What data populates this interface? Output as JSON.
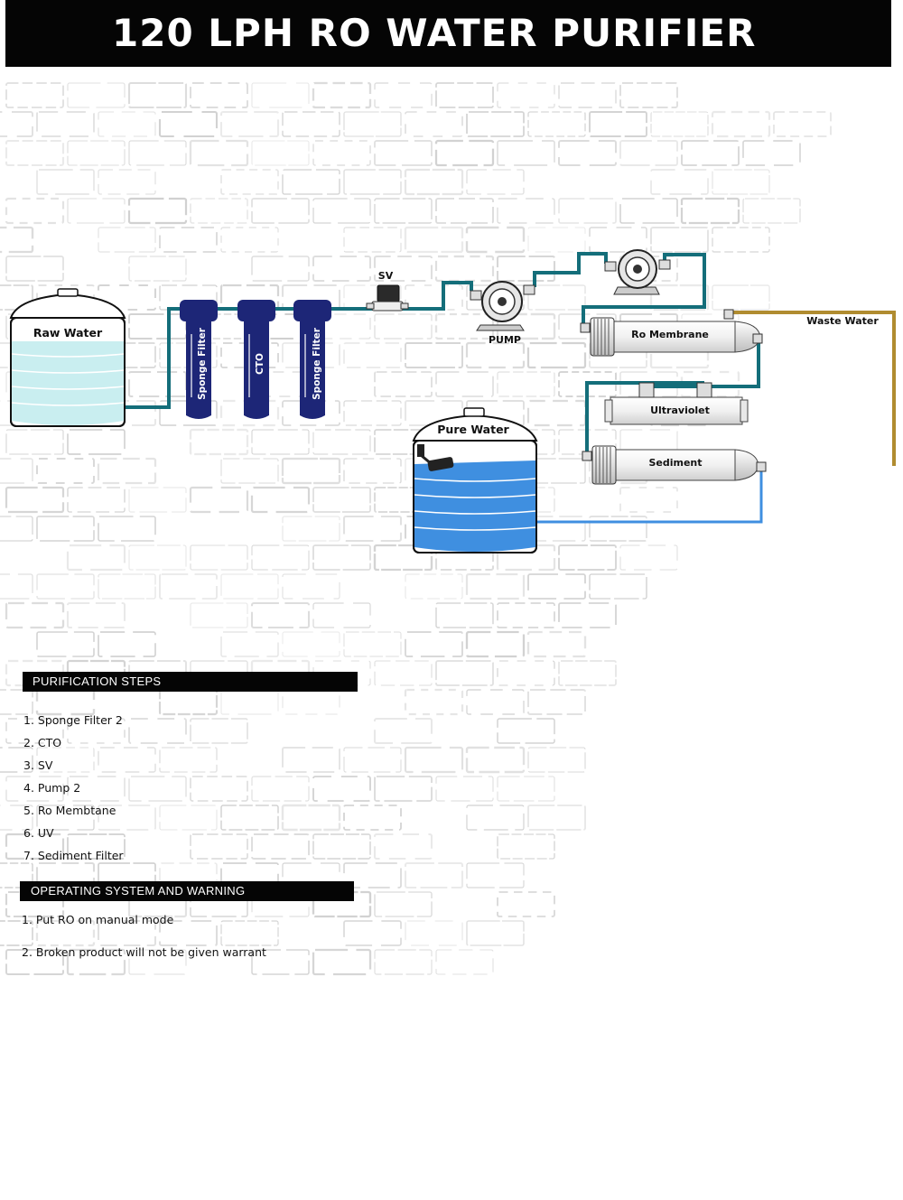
{
  "title": "120 LPH RO WATER PURIFIER",
  "diagram": {
    "raw_water": "Raw Water",
    "filters": [
      "Sponge Filter",
      "CTO",
      "Sponge Filter"
    ],
    "sv": "SV",
    "pump": "PUMP",
    "ro_membrane": "Ro Membrane",
    "waste_water": "Waste Water",
    "ultraviolet": "Ultraviolet",
    "sediment": "Sediment",
    "pure_water": "Pure Water"
  },
  "purification": {
    "header": "PURIFICATION STEPS",
    "steps": [
      "1. Sponge Filter 2",
      "2. CTO",
      "3. SV",
      "4. Pump 2",
      "5. Ro Membtane",
      "6. UV",
      "7. Sediment Filter"
    ]
  },
  "operating": {
    "header": "OPERATING SYSTEM AND WARNING",
    "items": [
      "1. Put RO on manual mode",
      "2. Broken product will not be given warrant"
    ]
  },
  "colors": {
    "title_bg": "#050505",
    "pipe_teal": "#146e7a",
    "pipe_blue": "#3f8fe0",
    "pipe_waste": "#b08c30",
    "filter_navy": "#1d2677",
    "raw_water": "#c9eef0",
    "pure_water": "#3f8fe0",
    "warning_text": "#c0161d"
  }
}
